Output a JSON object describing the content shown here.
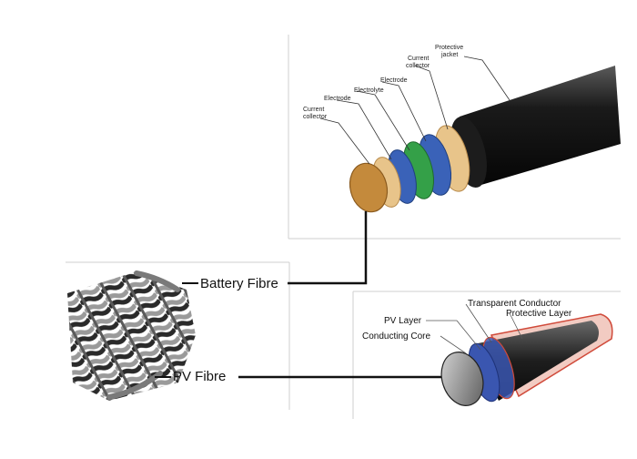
{
  "battery_cable": {
    "labels": {
      "current_collector_inner": [
        "Current",
        "collector"
      ],
      "electrode_inner": "Electrode",
      "electrolyte": "Electrolyte",
      "electrode_outer": "Electrode",
      "current_collector_outer": [
        "Current",
        "collector"
      ],
      "protective_jacket": [
        "Protective",
        "jacket"
      ]
    },
    "layer_colors": {
      "jacket": "#1c1c1c",
      "outer_collector": "#e8c48a",
      "outer_electrode": "#3a62b8",
      "electrolyte": "#34a048",
      "inner_electrode": "#3a62b8",
      "inner_collector": "#e8c48a",
      "core": "#c48a3c"
    }
  },
  "fabric": {
    "battery_fibre_label": "Battery Fibre",
    "pv_fibre_label": "PV Fibre"
  },
  "pv_cable": {
    "labels": {
      "transparent_conductor": "Transparent Conductor",
      "protective_layer": "Protective Layer",
      "pv_layer": "PV Layer",
      "conducting_core": "Conducting Core"
    },
    "layer_colors": {
      "protective_layer": "#e06a5a",
      "transparent_conductor": "#3a56b0",
      "pv_layer": "#3a56b0",
      "core": "#8a8a8a"
    }
  }
}
